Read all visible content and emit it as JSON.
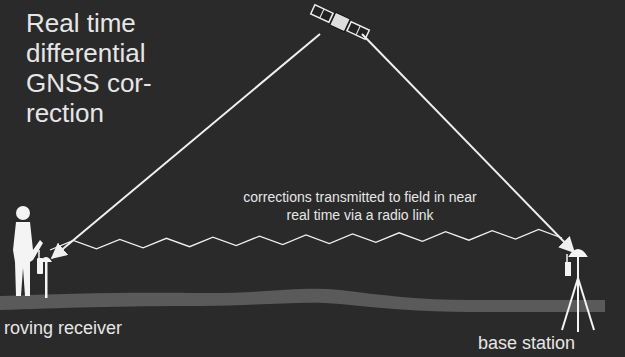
{
  "diagram": {
    "title": "Real time differential GNSS cor- rection",
    "labels": [
      "corrections transmitted to field in near real time via a radio link",
      "roving receiver",
      "base station"
    ]
  }
}
